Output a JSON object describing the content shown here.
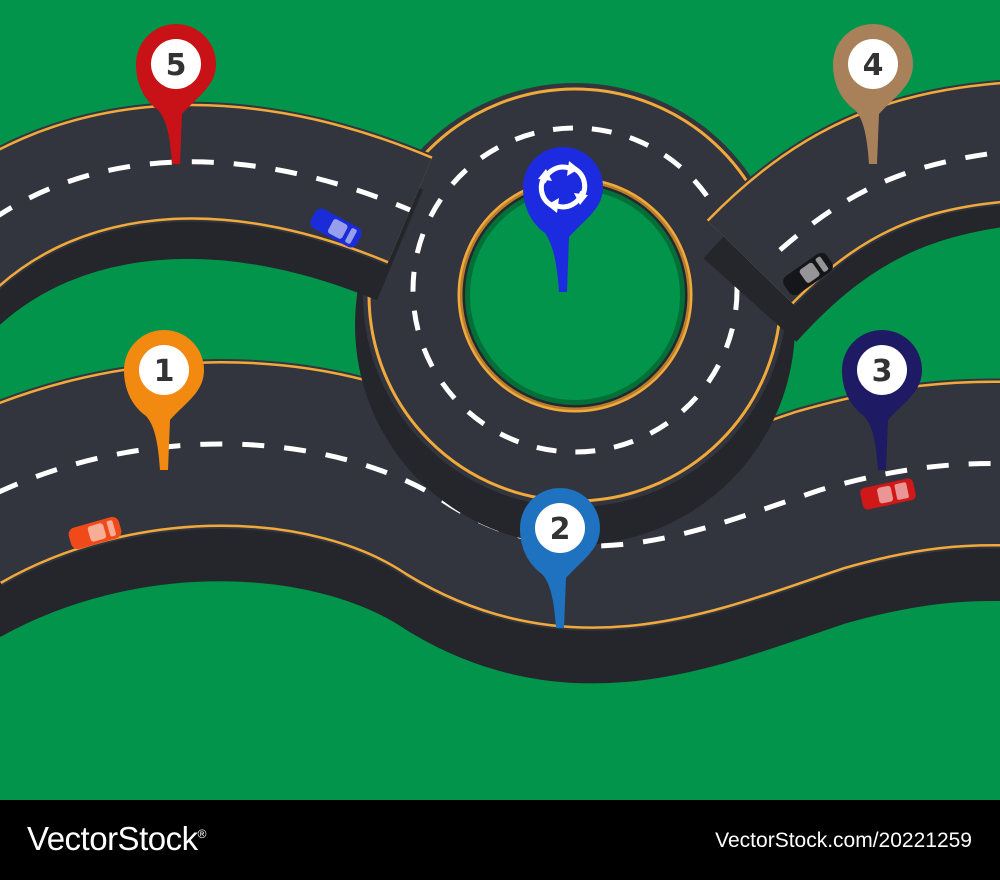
{
  "colors": {
    "grass": "#02944A",
    "asphalt": "#32353E",
    "asphalt_shadow": "#24262C",
    "edge_line": "#F2A93B",
    "lane_marking": "#FFFFFF",
    "footer_background": "#000000",
    "footer_text": "#FFFFFF"
  },
  "markers": [
    {
      "label": "1",
      "color": "#F28A12"
    },
    {
      "label": "2",
      "color": "#1F72BF"
    },
    {
      "label": "3",
      "color": "#1E1A64"
    },
    {
      "label": "4",
      "color": "#A8815A"
    },
    {
      "label": "5",
      "color": "#C81218"
    }
  ],
  "roundabout_marker": {
    "icon": "roundabout-arrows-icon",
    "color": "#1C2BE0"
  },
  "cars": [
    {
      "name": "orange-car",
      "color": "#F04A1A"
    },
    {
      "name": "blue-car",
      "color": "#1A2BD8"
    },
    {
      "name": "black-car",
      "color": "#15161A"
    },
    {
      "name": "red-car",
      "color": "#D01818"
    }
  ],
  "footer": {
    "brand": "VectorStock",
    "brand_mark": "®",
    "image_id": "VectorStock.com/20221259"
  }
}
